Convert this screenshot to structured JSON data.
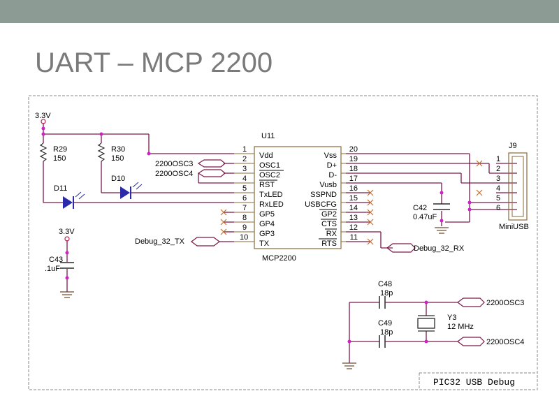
{
  "slide": {
    "title": "UART – MCP 2200",
    "bar_color": "#8c9c94",
    "title_color": "#7a7a7a"
  },
  "colors": {
    "wire": "#7a1a4a",
    "part": "#2a2aaa",
    "node": "#d020c8",
    "pin": "#8a6a3a",
    "nc": "#c07030",
    "frame": "#888888"
  },
  "schematic": {
    "supply_top": "3.3V",
    "supply_cap": "3.3V",
    "r29": {
      "ref": "R29",
      "val": "150"
    },
    "r30": {
      "ref": "R30",
      "val": "150"
    },
    "d11": "D11",
    "d10": "D10",
    "c43": {
      "ref": "C43",
      "val": ".1uF"
    },
    "debug_tx": "Debug_32_TX",
    "debug_rx": "Debug_32_RX",
    "osc3_in": "2200OSC3",
    "osc4_in": "2200OSC4",
    "ic": {
      "ref": "U11",
      "name": "MCP2200",
      "left_pins": [
        {
          "num": "1",
          "name": "Vdd"
        },
        {
          "num": "2",
          "name": "OSC1"
        },
        {
          "num": "3",
          "name": "OSC2"
        },
        {
          "num": "4",
          "name": "RST"
        },
        {
          "num": "5",
          "name": "TxLED"
        },
        {
          "num": "6",
          "name": "RxLED"
        },
        {
          "num": "7",
          "name": "GP5"
        },
        {
          "num": "8",
          "name": "GP4"
        },
        {
          "num": "9",
          "name": "GP3"
        },
        {
          "num": "10",
          "name": "TX"
        }
      ],
      "right_pins": [
        {
          "num": "20",
          "name": "Vss"
        },
        {
          "num": "19",
          "name": "D+"
        },
        {
          "num": "18",
          "name": "D-"
        },
        {
          "num": "17",
          "name": "Vusb"
        },
        {
          "num": "16",
          "name": "SSPND"
        },
        {
          "num": "15",
          "name": "USBCFG"
        },
        {
          "num": "14",
          "name": "GP2"
        },
        {
          "num": "13",
          "name": "CTS"
        },
        {
          "num": "12",
          "name": "RX"
        },
        {
          "num": "11",
          "name": "RTS"
        }
      ]
    },
    "c42": {
      "ref": "C42",
      "val": "0.47uF"
    },
    "j9": {
      "ref": "J9",
      "name": "MiniUSB",
      "pins": [
        "1",
        "2",
        "3",
        "4",
        "5",
        "6"
      ]
    },
    "c48": {
      "ref": "C48",
      "val": "18p"
    },
    "c49": {
      "ref": "C49",
      "val": "18p"
    },
    "y3": {
      "ref": "Y3",
      "val": "12 MHz"
    },
    "osc3_out": "2200OSC3",
    "osc4_out": "2200OSC4",
    "frame_title": "PIC32 USB Debug"
  }
}
